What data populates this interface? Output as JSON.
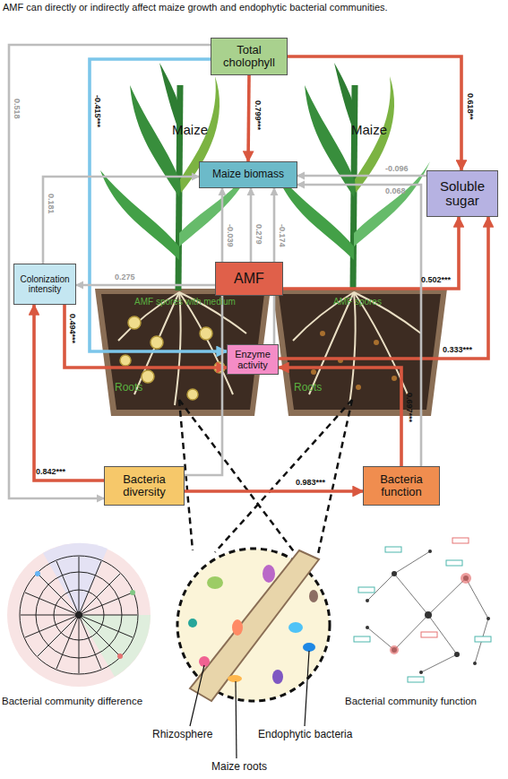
{
  "diagram": {
    "title": "AMF can directly or indirectly affect maize growth and endophytic bacterial communities.",
    "nodes": [
      {
        "text": [
          "Total cholophyll"
        ]
      },
      {
        "text": [
          "Maize biomass"
        ]
      },
      {
        "text": [
          "Soluble sugar"
        ]
      },
      {
        "text": [
          "Colonization intensity"
        ]
      },
      {
        "text": [
          "AMF"
        ]
      },
      {
        "text": [
          "Enzyme activity"
        ]
      },
      {
        "text": [
          "Bacteria diversity"
        ]
      },
      {
        "text": [
          "Bacteria function"
        ]
      }
    ],
    "edges": [
      {
        "from": 0,
        "to": 1,
        "arrow": "to",
        "label": "0.799***"
      },
      {
        "from": 0,
        "to": 2,
        "arrow": "to",
        "label": "0.618**"
      },
      {
        "from": 0,
        "to": 5,
        "arrow": "to",
        "label": "-0.415***"
      },
      {
        "from": 0,
        "to": 6,
        "arrow": "to",
        "label": "0.518"
      },
      {
        "from": 3,
        "to": 1,
        "arrow": "to",
        "label": "0.181"
      },
      {
        "from": 4,
        "to": 3,
        "arrow": "to",
        "label": "0.275"
      },
      {
        "from": 3,
        "to": 5,
        "arrow": "to",
        "label": "0.494***"
      },
      {
        "from": 4,
        "to": 1,
        "arrow": "to",
        "label": "0.279"
      },
      {
        "from": 6,
        "to": 1,
        "arrow": "to",
        "label": "-0.039"
      },
      {
        "from": 5,
        "to": 1,
        "arrow": "to",
        "label": "-0.174"
      },
      {
        "from": 4,
        "to": 2,
        "arrow": "to",
        "label": "0.502***"
      },
      {
        "from": 5,
        "to": 2,
        "arrow": "to",
        "label": "0.333***"
      },
      {
        "from": 6,
        "to": 3,
        "arrow": "to",
        "label": "0.842***"
      },
      {
        "from": 6,
        "to": 7,
        "arrow": "to",
        "label": "0.983***"
      },
      {
        "from": 7,
        "to": 5,
        "arrow": "to",
        "label": "0.697***"
      },
      {
        "from": 2,
        "to": 1,
        "arrow": "to",
        "label": "-0.096"
      },
      {
        "from": 7,
        "to": 1,
        "arrow": "to",
        "label": "0.068"
      }
    ],
    "labels": [
      "Maize",
      "Maize",
      "AMF spores with medium",
      "AMF spores",
      "Roots",
      "Roots",
      "Bacterial community difference",
      "Rhizosphere",
      "Endophytic bacteria",
      "Maize roots",
      "Bacterial community function"
    ]
  }
}
